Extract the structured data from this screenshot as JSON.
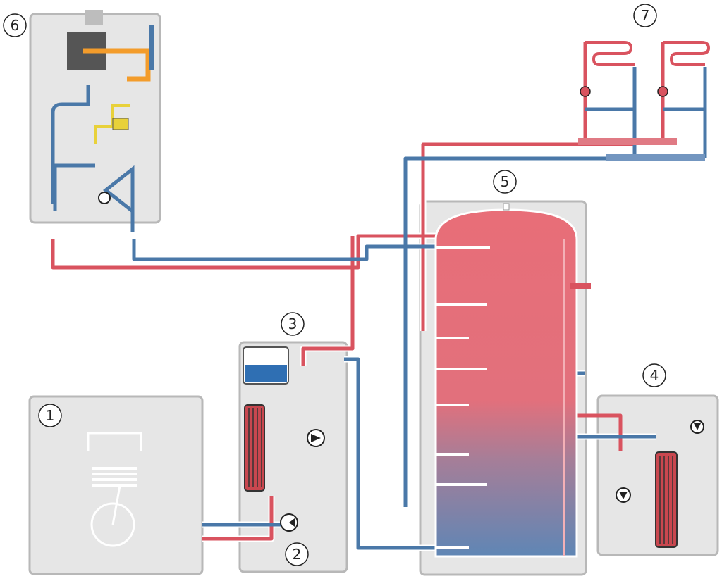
{
  "labels": {
    "one": "1",
    "two": "2",
    "three": "3",
    "four": "4",
    "five": "5",
    "six": "6",
    "seven": "7"
  },
  "colors": {
    "hot": "#d9535f",
    "hot_dark": "#c9474f",
    "cold": "#4a78a8",
    "cold_dark": "#3b5f8a",
    "gas": "#f39c2b",
    "yellow": "#e8d13a",
    "green": "#8cc47a",
    "box_fill": "#e6e6e6",
    "box_stroke": "#b8b8b8"
  }
}
